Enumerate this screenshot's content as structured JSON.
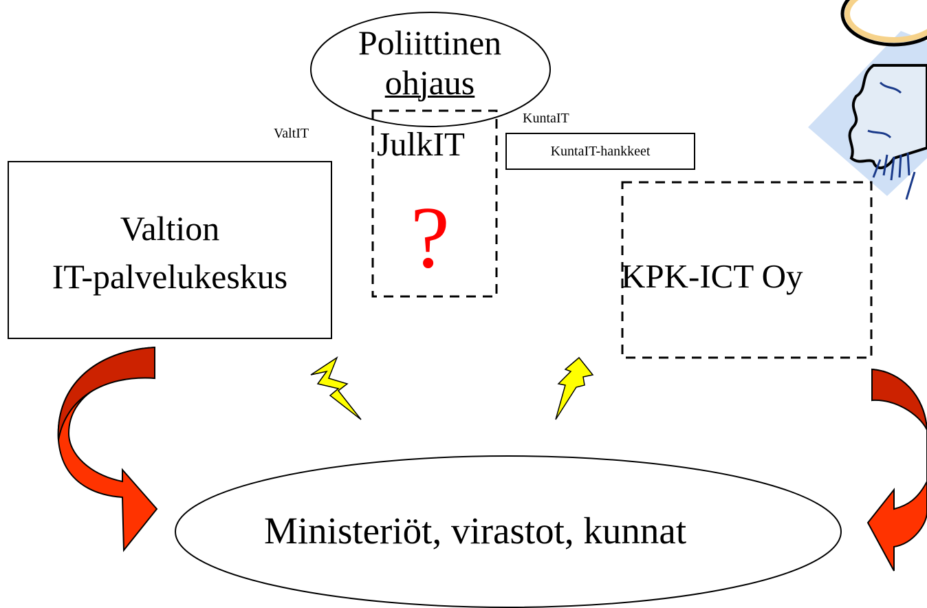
{
  "diagram": {
    "political_steering_ellipse": {
      "line1": "Poliittinen",
      "line2": "ohjaus"
    },
    "valtit_label": "ValtIT",
    "julkit_box": {
      "label": "JulkIT",
      "question_mark": "?"
    },
    "kuntait_label": "KuntaIT",
    "kuntait_projects_box": "KuntaIT-hankkeet",
    "valtion_box": {
      "line1": "Valtion",
      "line2": "IT-palvelukeskus"
    },
    "kpk_box": "KPK-ICT Oy",
    "ministries_ellipse": "Ministeriöt, virastot, kunnat"
  },
  "colors": {
    "question_mark": "#ff0000",
    "arrow_outer": "#cc2200",
    "arrow_inner": "#ff3300",
    "lightning": "#ffff00",
    "clipart_blue": "#c9def5",
    "clipart_halo": "#f6d28a"
  },
  "icons": [
    "curved-arrow-left-icon",
    "curved-arrow-right-icon",
    "lightning-bolt-left-icon",
    "lightning-bolt-right-icon",
    "angel-clipart-icon"
  ]
}
